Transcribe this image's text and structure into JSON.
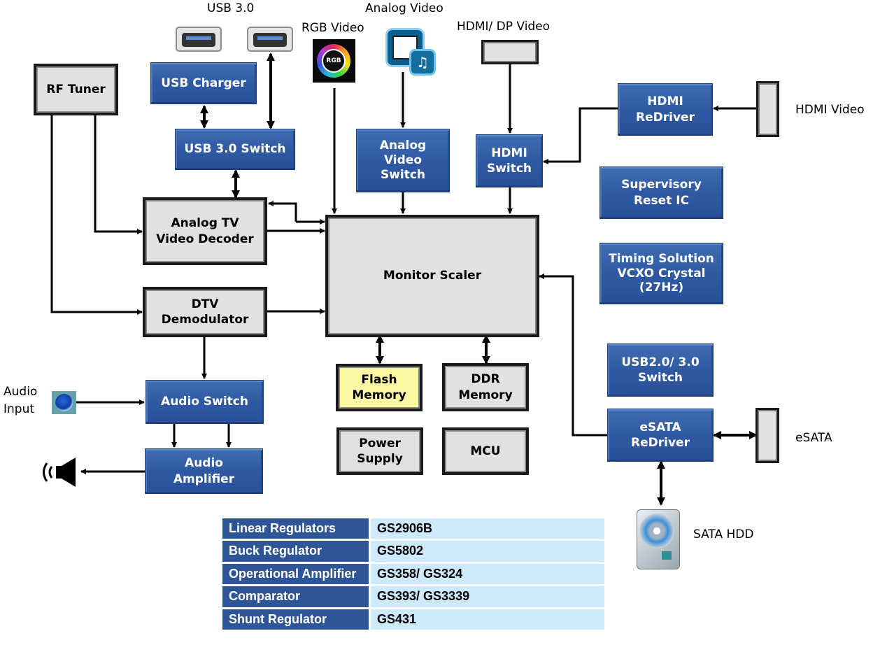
{
  "diagram": {
    "title": "Monitor Scaler Block Diagram",
    "colors": {
      "ic_block": "#2f5aa3",
      "generic_block": "#e1e1e1",
      "highlight_block": "#fbf7a2",
      "table_key": "#2e5597",
      "table_value": "#cdeafc"
    },
    "blocks": {
      "rf_tuner": "RF Tuner",
      "usb_charger": "USB Charger",
      "usb30_switch": "USB 3.0 Switch",
      "analog_tv_decoder": [
        "Analog TV",
        "Video Decoder"
      ],
      "dtv_demodulator": [
        "DTV",
        "Demodulator"
      ],
      "audio_switch": "Audio Switch",
      "audio_amplifier": [
        "Audio",
        "Amplifier"
      ],
      "analog_video_switch": [
        "Analog",
        "Video",
        "Switch"
      ],
      "hdmi_switch": [
        "HDMI",
        "Switch"
      ],
      "hdmi_redriver": [
        "HDMI",
        "ReDriver"
      ],
      "supervisory_reset": [
        "Supervisory",
        "Reset IC"
      ],
      "timing_solution": [
        "Timing Solution",
        "VCXO Crystal",
        "(27Hz)"
      ],
      "monitor_scaler": "Monitor Scaler",
      "flash_memory": [
        "Flash",
        "Memory"
      ],
      "ddr_memory": [
        "DDR",
        "Memory"
      ],
      "power_supply": [
        "Power",
        "Supply"
      ],
      "mcu": "MCU",
      "usb_switch_2_3": [
        "USB2.0/ 3.0",
        "Switch"
      ],
      "esata_redriver": [
        "eSATA",
        "ReDriver"
      ]
    },
    "labels": {
      "usb30": "USB 3.0",
      "rgb_video": "RGB Video",
      "analog_video": "Analog Video",
      "hdmi_dp_video": "HDMI/ DP Video",
      "hdmi_video": "HDMI Video",
      "audio_input": [
        "Audio",
        "Input"
      ],
      "esata": "eSATA",
      "sata_hdd": "SATA HDD"
    },
    "icons": {
      "usb_port": "usb-port-icon",
      "rgb": "rgb-icon",
      "rgb_text": "RGB",
      "analog_video": "film-music-icon",
      "audio_jack": "audio-jack-icon",
      "speaker": "speaker-icon",
      "hdd": "hard-drive-icon"
    }
  },
  "parts_table": {
    "rows": [
      {
        "category": "Linear Regulators",
        "parts": "GS2906B"
      },
      {
        "category": "Buck Regulator",
        "parts": "GS5802"
      },
      {
        "category": "Operational Amplifier",
        "parts": "GS358/ GS324"
      },
      {
        "category": "Comparator",
        "parts": "GS393/ GS3339"
      },
      {
        "category": "Shunt Regulator",
        "parts": "GS431"
      }
    ]
  }
}
